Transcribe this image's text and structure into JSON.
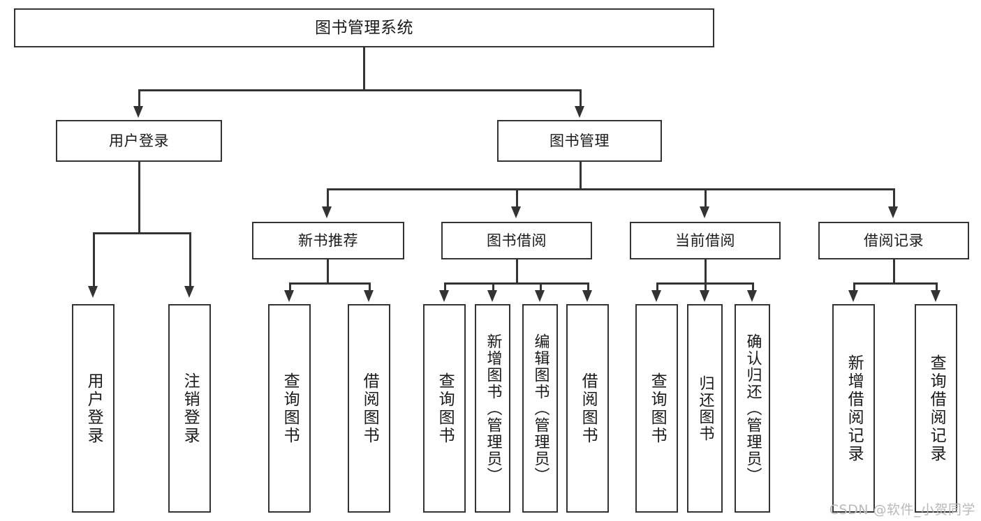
{
  "diagram": {
    "title": "图书管理系统",
    "type": "hierarchy-tree",
    "root": {
      "label": "图书管理系统"
    },
    "level2": [
      {
        "key": "login",
        "label": "用户登录"
      },
      {
        "key": "book",
        "label": "图书管理"
      }
    ],
    "level3": [
      {
        "key": "newrec",
        "label": "新书推荐"
      },
      {
        "key": "borrow",
        "label": "图书借阅"
      },
      {
        "key": "current",
        "label": "当前借阅"
      },
      {
        "key": "history",
        "label": "借阅记录"
      }
    ],
    "leaves": [
      {
        "key": "login-1",
        "parent": "login",
        "label": "用户登录"
      },
      {
        "key": "login-2",
        "parent": "login",
        "label": "注销登录"
      },
      {
        "key": "newrec-1",
        "parent": "newrec",
        "label": "查询图书"
      },
      {
        "key": "newrec-2",
        "parent": "newrec",
        "label": "借阅图书"
      },
      {
        "key": "borrow-1",
        "parent": "borrow",
        "label": "查询图书"
      },
      {
        "key": "borrow-2",
        "parent": "borrow",
        "label": "新增图书（管理员）"
      },
      {
        "key": "borrow-3",
        "parent": "borrow",
        "label": "编辑图书（管理员）"
      },
      {
        "key": "borrow-4",
        "parent": "borrow",
        "label": "借阅图书"
      },
      {
        "key": "current-1",
        "parent": "current",
        "label": "查询图书"
      },
      {
        "key": "current-2",
        "parent": "current",
        "label": "归还图书"
      },
      {
        "key": "current-3",
        "parent": "current",
        "label": "确认归还（管理员）"
      },
      {
        "key": "history-1",
        "parent": "history",
        "label": "新增借阅记录"
      },
      {
        "key": "history-2",
        "parent": "history",
        "label": "查询借阅记录"
      }
    ]
  },
  "watermark": {
    "text": "CSDN @软件_小贺同学"
  },
  "colors": {
    "stroke": "#333333",
    "fill": "#ffffff",
    "text": "#1a1a1a",
    "watermark": "#b9b9b9"
  }
}
